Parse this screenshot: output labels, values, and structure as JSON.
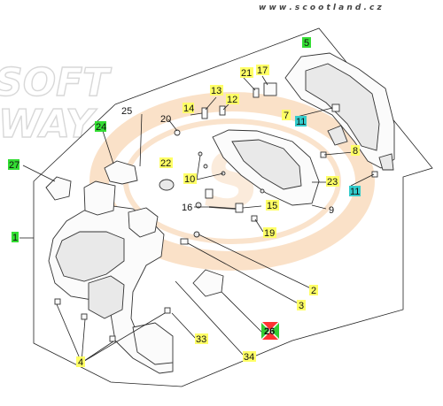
{
  "site_url": "w w w . s c o o t l a n d . c z",
  "watermark_text": [
    "SOFT",
    "WAY"
  ],
  "colors": {
    "highlight_yellow": "#ffff66",
    "highlight_green": "#33dd33",
    "highlight_teal": "#33cccc",
    "highlight_red": "#ff3333",
    "logo_orange": "#f6c89a"
  },
  "callouts": [
    {
      "id": "c1",
      "text": "1",
      "color": "green"
    },
    {
      "id": "c2",
      "text": "2",
      "color": "yellow"
    },
    {
      "id": "c3",
      "text": "3",
      "color": "yellow"
    },
    {
      "id": "c4",
      "text": "4",
      "color": "yellow"
    },
    {
      "id": "c5",
      "text": "5",
      "color": "green"
    },
    {
      "id": "c7",
      "text": "7",
      "color": "yellow"
    },
    {
      "id": "c8",
      "text": "8",
      "color": "yellow"
    },
    {
      "id": "c9",
      "text": "9",
      "color": "none"
    },
    {
      "id": "c10",
      "text": "10",
      "color": "yellow"
    },
    {
      "id": "c11a",
      "text": "11",
      "color": "teal"
    },
    {
      "id": "c11b",
      "text": "11",
      "color": "teal"
    },
    {
      "id": "c12",
      "text": "12",
      "color": "yellow"
    },
    {
      "id": "c13",
      "text": "13",
      "color": "yellow"
    },
    {
      "id": "c14",
      "text": "14",
      "color": "yellow"
    },
    {
      "id": "c15",
      "text": "15",
      "color": "yellow"
    },
    {
      "id": "c16",
      "text": "16",
      "color": "none"
    },
    {
      "id": "c17",
      "text": "17",
      "color": "yellow"
    },
    {
      "id": "c19",
      "text": "19",
      "color": "yellow"
    },
    {
      "id": "c20",
      "text": "20",
      "color": "none"
    },
    {
      "id": "c21",
      "text": "21",
      "color": "yellow"
    },
    {
      "id": "c22",
      "text": "22",
      "color": "yellow"
    },
    {
      "id": "c23",
      "text": "23",
      "color": "yellow"
    },
    {
      "id": "c24",
      "text": "24",
      "color": "green"
    },
    {
      "id": "c25",
      "text": "25",
      "color": "none"
    },
    {
      "id": "c26",
      "text": "26",
      "color": "red"
    },
    {
      "id": "c27",
      "text": "27",
      "color": "green"
    },
    {
      "id": "c33",
      "text": "33",
      "color": "yellow"
    },
    {
      "id": "c34",
      "text": "34",
      "color": "yellow"
    }
  ]
}
